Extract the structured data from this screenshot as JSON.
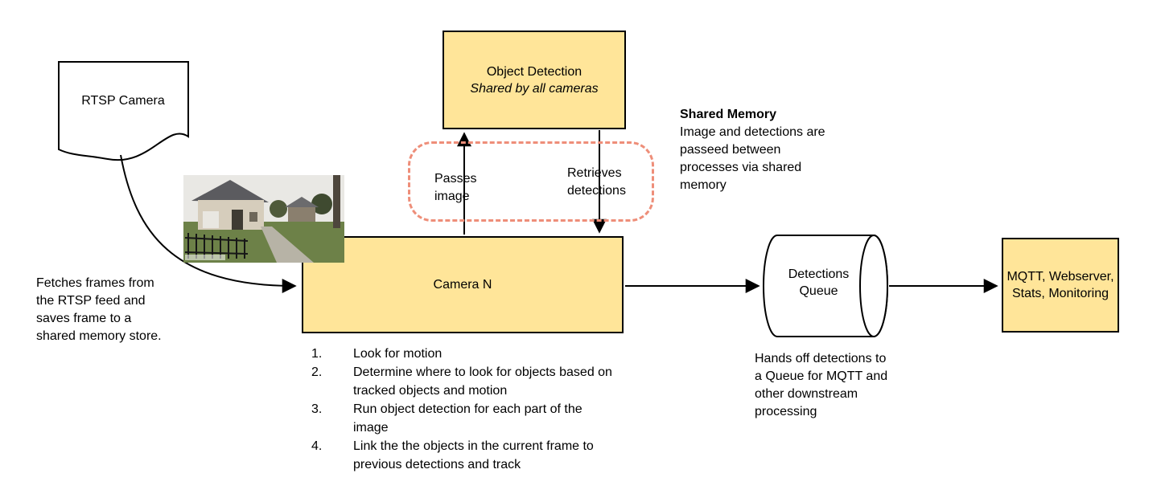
{
  "diagram": {
    "rtsp_camera": {
      "label": "RTSP Camera"
    },
    "fetch_note": "Fetches frames from the RTSP feed and saves frame to a shared memory store.",
    "object_detection": {
      "title": "Object Detection",
      "subtitle": "Shared by all cameras"
    },
    "passes_image_label": "Passes image",
    "retrieves_detections_label": "Retrieves detections",
    "shared_memory": {
      "title": "Shared Memory",
      "body": "Image and detections are passeed between processes via shared memory"
    },
    "camera_n": {
      "label": "Camera N"
    },
    "camera_steps": [
      {
        "n": "1.",
        "text": "Look for motion"
      },
      {
        "n": "2.",
        "text": "Determine where to look for objects based on tracked objects and motion"
      },
      {
        "n": "3.",
        "text": "Run object detection for each part of the image"
      },
      {
        "n": "4.",
        "text": "Link the the objects in the current frame to previous detections and track"
      }
    ],
    "detections_queue": {
      "label": "Detections Queue"
    },
    "queue_note": "Hands off detections to a Queue for MQTT and other downstream processing",
    "output_box": {
      "label": "MQTT, Webserver, Stats, Monitoring"
    },
    "colors": {
      "box_fill": "#FFE599",
      "box_border": "#000000",
      "dashed_region": "#EE8E79",
      "arrow": "#000000"
    }
  }
}
